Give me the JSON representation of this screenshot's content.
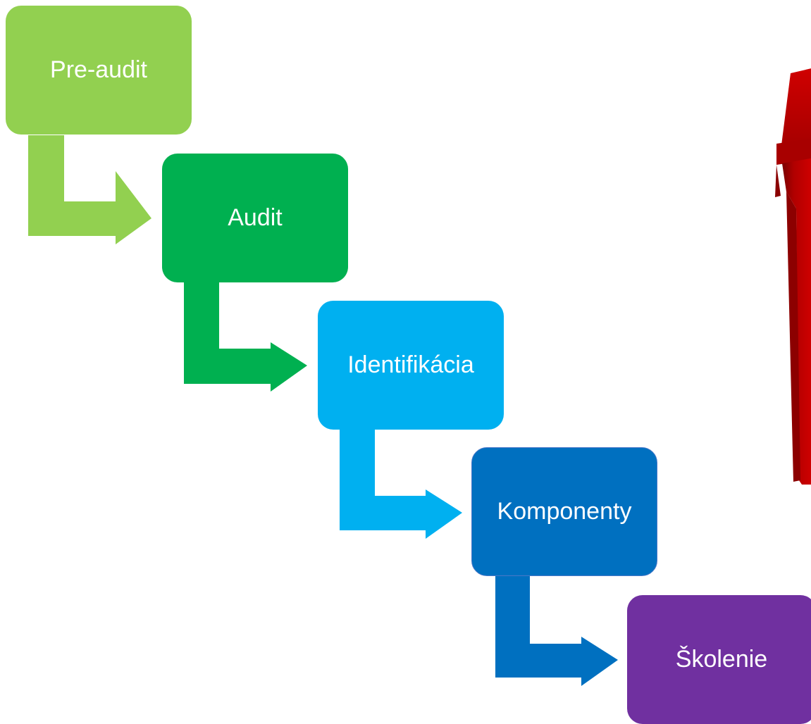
{
  "steps": [
    {
      "label": "Pre-audit",
      "color": "#92d050"
    },
    {
      "label": "Audit",
      "color": "#00b050"
    },
    {
      "label": "Identifikácia",
      "color": "#00b0f0"
    },
    {
      "label": "Komponenty",
      "color": "#0070c0"
    },
    {
      "label": "Školenie",
      "color": "#7030a0"
    }
  ],
  "image": {
    "subject": "red-container",
    "color": "#c00000"
  }
}
